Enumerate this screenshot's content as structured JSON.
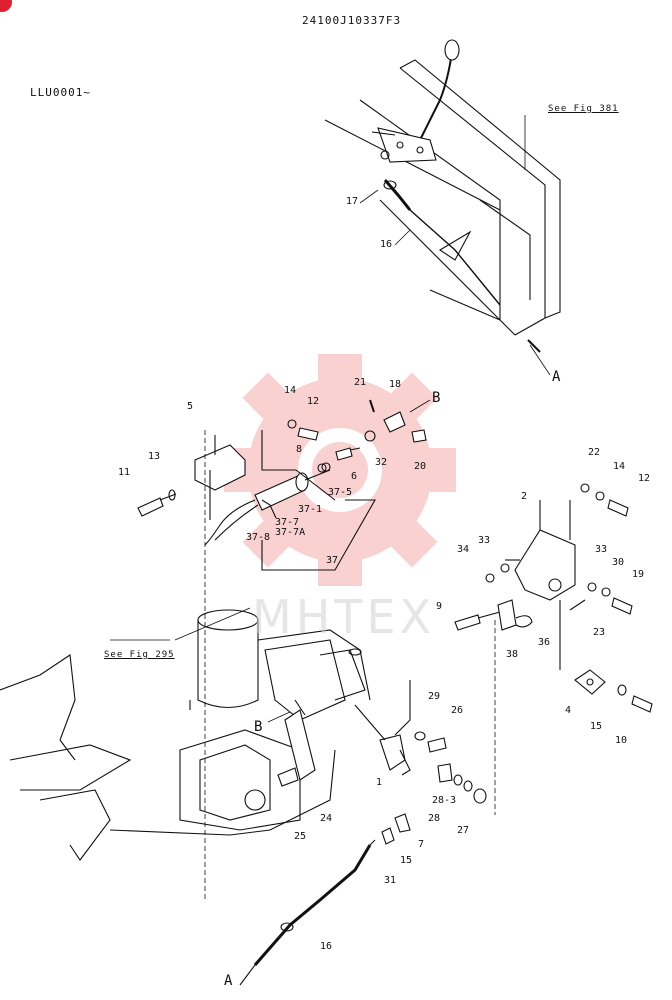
{
  "header": {
    "doc_code": "24100J10337F3",
    "serial": "LLU0001~"
  },
  "references": {
    "upper": "See Fig 381",
    "lower": "See Fig 295"
  },
  "watermark": {
    "text": "MHTEX",
    "logo_color": "#f5b4b4"
  },
  "callouts": {
    "n1": "1",
    "n2": "2",
    "n4": "4",
    "n5": "5",
    "n6": "6",
    "n7": "7",
    "n8": "8",
    "n9": "9",
    "n10": "10",
    "n11": "11",
    "n12a": "12",
    "n12b": "12",
    "n13": "13",
    "n14a": "14",
    "n14b": "14",
    "n15a": "15",
    "n15b": "15",
    "n16a": "16",
    "n16b": "16",
    "n17": "17",
    "n18": "18",
    "n19": "19",
    "n20": "20",
    "n21": "21",
    "n22": "22",
    "n23": "23",
    "n24": "24",
    "n25": "25",
    "n26": "26",
    "n27": "27",
    "n28": "28",
    "n28_3": "28-3",
    "n29": "29",
    "n30": "30",
    "n31": "31",
    "n32": "32",
    "n33a": "33",
    "n33b": "33",
    "n34": "34",
    "n36": "36",
    "n37": "37",
    "n37_1": "37-1",
    "n37_5": "37-5",
    "n37_7": "37-7",
    "n37_7a": "37-7A",
    "n37_8": "37-8",
    "n38": "38",
    "A_top": "A",
    "A_bottom": "A",
    "B_top": "B",
    "B_mid": "B"
  }
}
